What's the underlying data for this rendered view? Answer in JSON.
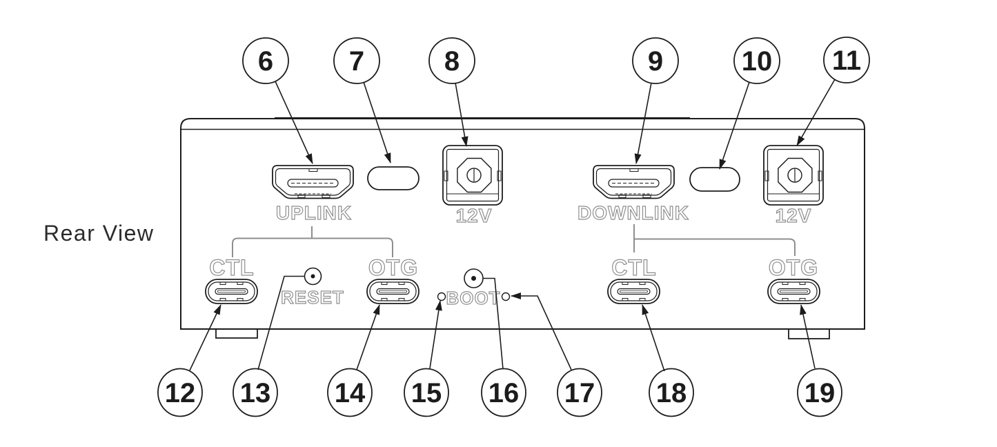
{
  "title": "Rear View",
  "colors": {
    "line": "#1c1c1c",
    "label": "#8e8e8e",
    "background": "#ffffff"
  },
  "labels": {
    "uplink": "UPLINK",
    "downlink": "DOWNLINK",
    "power_left": "12V",
    "power_right": "12V",
    "ctl_left": "CTL",
    "otg_left": "OTG",
    "ctl_right": "CTL",
    "otg_right": "OTG",
    "reset": "RESET",
    "boot": "BOOT"
  },
  "callouts": {
    "top": [
      "6",
      "7",
      "8",
      "9",
      "10",
      "11"
    ],
    "bottom": [
      "12",
      "13",
      "14",
      "15",
      "16",
      "17",
      "18",
      "19"
    ]
  }
}
